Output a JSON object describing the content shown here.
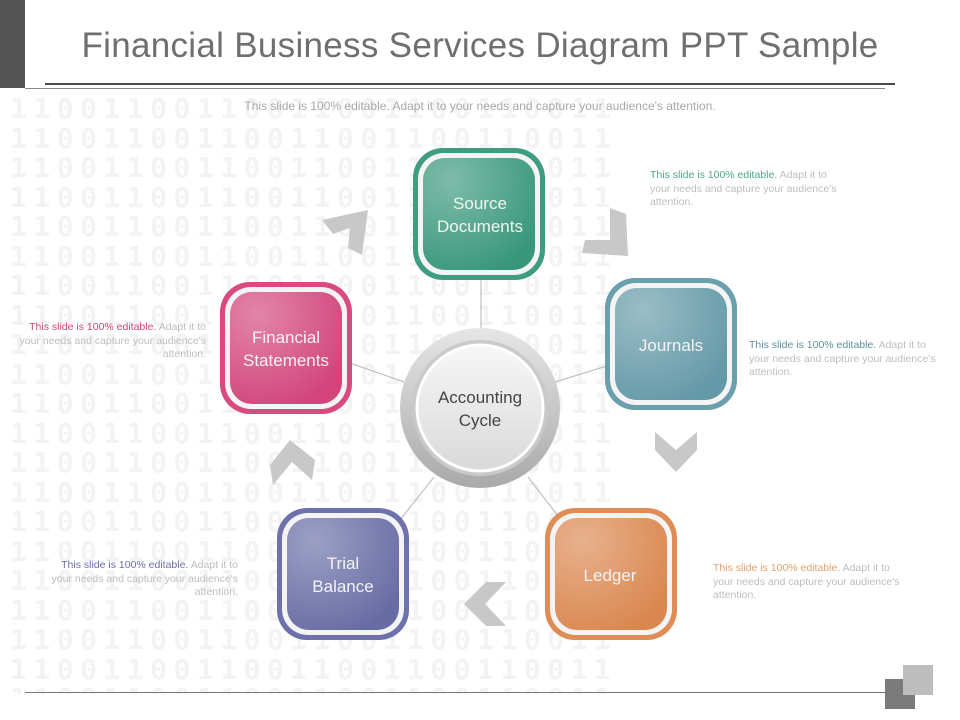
{
  "slide": {
    "title": "Financial Business Services Diagram PPT Sample",
    "subtitle": "This slide is 100% editable. Adapt it to your needs and capture your audience's attention.",
    "background_pattern": "11001100110011001100110011"
  },
  "diagram": {
    "center": {
      "line1": "Accounting",
      "line2": "Cycle"
    },
    "nodes": [
      {
        "id": "source-documents",
        "line1": "Source",
        "line2": "Documents",
        "color": "#3e9d80"
      },
      {
        "id": "journals",
        "line1": "Journals",
        "line2": "",
        "color": "#6a9fae"
      },
      {
        "id": "ledger",
        "line1": "Ledger",
        "line2": "",
        "color": "#e08d55"
      },
      {
        "id": "trial-balance",
        "line1": "Trial",
        "line2": "Balance",
        "color": "#6e72aa"
      },
      {
        "id": "financial-statements",
        "line1": "Financial",
        "line2": "Statements",
        "color": "#d84a80"
      }
    ],
    "arrow_color": "#c8c8c8",
    "arrows": [
      "up-right",
      "down-right",
      "down",
      "left",
      "up"
    ]
  },
  "notes": [
    {
      "id": "note-source-documents",
      "highlight": "This slide is 100% editable.",
      "rest": " Adapt it to your needs and capture your audience's attention.",
      "color": "#4aa887"
    },
    {
      "id": "note-journals",
      "highlight": "This slide is 100% editable.",
      "rest": " Adapt it to your needs and capture your audience's attention.",
      "color": "#5f8f9c"
    },
    {
      "id": "note-ledger",
      "highlight": "This slide is 100% editable.",
      "rest": " Adapt it to your needs and capture your audience's attention.",
      "color": "#e3a06c"
    },
    {
      "id": "note-trial-balance",
      "highlight": "This slide is 100% editable.",
      "rest": " Adapt it to your needs and capture your audience's attention.",
      "color": "#6b6fa6"
    },
    {
      "id": "note-financial-statements",
      "highlight": "This slide is 100% editable.",
      "rest": " Adapt it to your needs and capture your audience's attention.",
      "color": "#c9457a"
    }
  ]
}
